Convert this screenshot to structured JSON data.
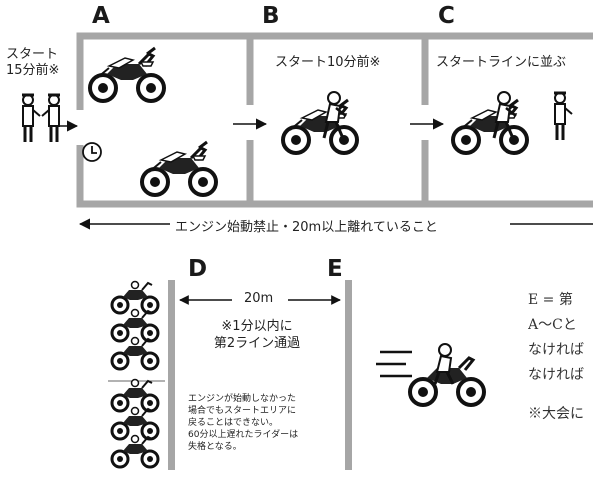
{
  "sections": {
    "a": {
      "letter": "A",
      "start_label_line1": "スタート",
      "start_label_line2": "15分前※"
    },
    "b": {
      "letter": "B",
      "label": "スタート10分前※"
    },
    "c": {
      "letter": "C",
      "label": "スタートラインに並ぶ"
    },
    "d": {
      "letter": "D"
    },
    "e": {
      "letter": "E"
    }
  },
  "banner": {
    "text": "エンジン始動禁止・20m以上離れていること"
  },
  "distance": {
    "text": "20m"
  },
  "rule": {
    "line1": "※1分以内に",
    "line2": "第2ライン通過"
  },
  "warning": {
    "line1": "エンジンが始動しなかった",
    "line2": "場合でもスタートエリアに",
    "line3": "戻ることはできない。",
    "line4": "60分以上遅れたライダーは",
    "line5": "失格となる。"
  },
  "side_text": {
    "line1": "E = 第",
    "line2": "A～Cと",
    "line3": "なければ",
    "line4": "なければ",
    "line5": "※大会に"
  },
  "icons": [
    "motorcycle-icon",
    "rider-icon",
    "official-icon",
    "clock-icon",
    "arrow-icon",
    "speed-lines-icon"
  ],
  "colors": {
    "frame": "#a6a6a6",
    "ink": "#222222"
  }
}
